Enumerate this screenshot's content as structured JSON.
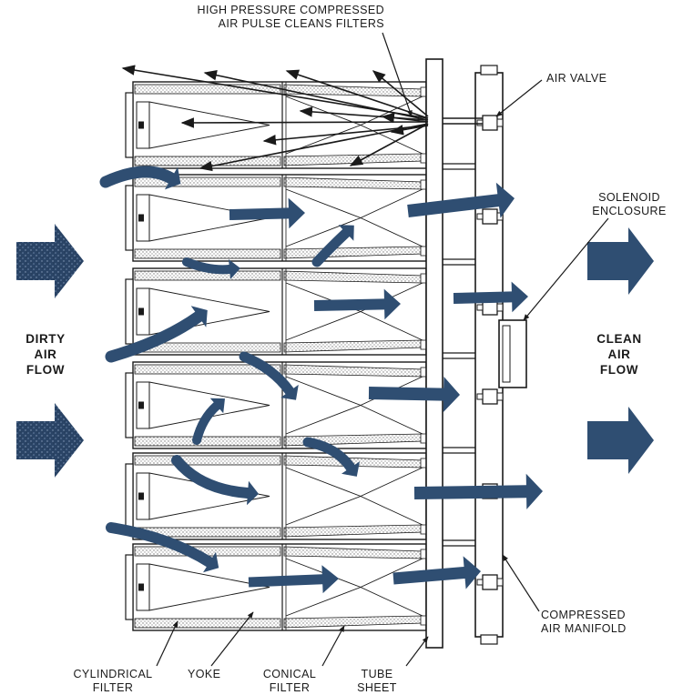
{
  "labels": {
    "top_line1": "HIGH PRESSURE COMPRESSED",
    "top_line2": "AIR PULSE CLEANS FILTERS",
    "air_valve": "AIR VALVE",
    "solenoid_line1": "SOLENOID",
    "solenoid_line2": "ENCLOSURE",
    "dirty_line1": "DIRTY",
    "dirty_line2": "AIR",
    "dirty_line3": "FLOW",
    "clean_line1": "CLEAN",
    "clean_line2": "AIR",
    "clean_line3": "FLOW",
    "manifold_line1": "COMPRESSED",
    "manifold_line2": "AIR MANIFOLD",
    "cyl_line1": "CYLINDRICAL",
    "cyl_line2": "FILTER",
    "yoke": "YOKE",
    "conical_line1": "CONICAL",
    "conical_line2": "FILTER",
    "tube_line1": "TUBE",
    "tube_line2": "SHEET"
  },
  "colors": {
    "flow_arrow": "#2f4e72",
    "dirty_arrow": "#2a4466",
    "line": "#1a1a1a",
    "filter_fill": "#d9d9d9"
  },
  "filter_rows": 6
}
